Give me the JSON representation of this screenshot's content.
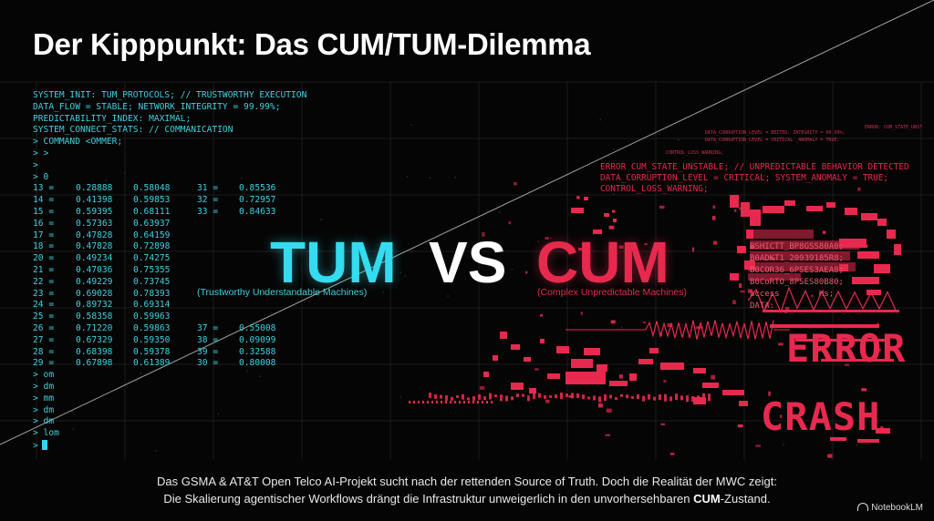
{
  "title": "Der Kipppunkt: Das CUM/TUM-Dilemma",
  "terminal": {
    "header_lines": [
      "SYSTEM_INIT: TUM_PROTOCOLS; // TRUSTWORTHY EXECUTION",
      "DATA_FLOW = STABLE; NETWORK_INTEGRITY = 99.99%;",
      "PREDICTABILITY_INDEX: MAXIMAL;",
      "SYSTEM_CONNECT_STATS: // COMMANICATION",
      "> COMMAND <OMMER;",
      "> >",
      ">",
      "> 0"
    ],
    "rows": [
      [
        "13 =",
        "0.28888",
        "0.58048",
        "31 =",
        "0.85536"
      ],
      [
        "14 =",
        "0.41398",
        "0.59853",
        "32 =",
        "0.72957"
      ],
      [
        "15 =",
        "0.59395",
        "0.68111",
        "33 =",
        "0.84633"
      ],
      [
        "16 =",
        "0.57363",
        "0.63937",
        "",
        ""
      ],
      [
        "17 =",
        "0.47828",
        "0.64159",
        "",
        ""
      ],
      [
        "18 =",
        "0.47828",
        "0.72898",
        "",
        ""
      ],
      [
        "20 =",
        "0.49234",
        "0.74275",
        "",
        ""
      ],
      [
        "21 =",
        "0.47036",
        "0.75355",
        "",
        ""
      ],
      [
        "22 =",
        "0.49229",
        "0.73745",
        "",
        ""
      ],
      [
        "23 =",
        "0.69028",
        "0.78393",
        "",
        ""
      ],
      [
        "24 =",
        "0.89732",
        "0.69314",
        "",
        ""
      ],
      [
        "25 =",
        "0.58358",
        "0.59963",
        "",
        ""
      ],
      [
        "26 =",
        "0.71220",
        "0.59863",
        "37 =",
        "0.55008"
      ],
      [
        "27 =",
        "0.67329",
        "0.59350",
        "38 =",
        "0.09099"
      ],
      [
        "28 =",
        "0.68398",
        "0.59378",
        "39 =",
        "0.32588"
      ],
      [
        "29 =",
        "0.67898",
        "0.61389",
        "30 =",
        "0.80008"
      ]
    ],
    "footer_lines": [
      "> om",
      "> dm",
      "> mm",
      "> dm",
      "> dm",
      "> lom",
      ">"
    ]
  },
  "tum": {
    "label": "TUM",
    "subtitle": "(Trustworthy Understandable Machines)",
    "color": "#33dcee"
  },
  "vs_label": "VS",
  "cum": {
    "label": "CUM",
    "subtitle": "(Complex Unpredictable Machines)",
    "color": "#e8294e"
  },
  "error_log": {
    "small_lines": [
      "DATA_CORRUPTION_LEVEL = BEITED, INTEGRITY = 99.99%;",
      "DATA_CORRUPTION_LEVEL = CRITICAL _ANOMALY = TRUE;",
      "CONTROL_LOSS_WARNING;",
      "ERROR: CUM_STATE_UNST"
    ],
    "lines": [
      "ERROR CUM_STATE_UNSTABLE; // UNPREDICTABLE BEHAVIOR DETECTED",
      "DATA_CORRUPTION_LEVEL = CRITICAL; SYSTEM_ANOMALY = TRUE;",
      "CONTROL_LOSS_WARNING;"
    ],
    "garbled": [
      "",
      "",
      "BSHICTT_BP8GSS80A0;",
      "B0ADKT1_20939185R8;",
      "B0COR36_6PSES3AEA8;",
      "B0CoRTO_8PSES80B80;",
      "access        Hs;",
      "DATA:"
    ],
    "error_word": "ERROR",
    "crash_word": "CRASH"
  },
  "caption": {
    "line1": "Das GSMA & AT&T Open Telco AI-Projekt sucht nach der rettenden Source of Truth. Doch die Realität der MWC zeigt:",
    "line2_before": "Die Skalierung agentischer Workflows drängt die Infrastruktur unweigerlich in den unvorhersehbaren ",
    "line2_bold": "CUM",
    "line2_after": "-Zustand."
  },
  "brand": "NotebookLM",
  "colors": {
    "background": "#050505",
    "cyan": "#33dcee",
    "red": "#e8294e"
  }
}
